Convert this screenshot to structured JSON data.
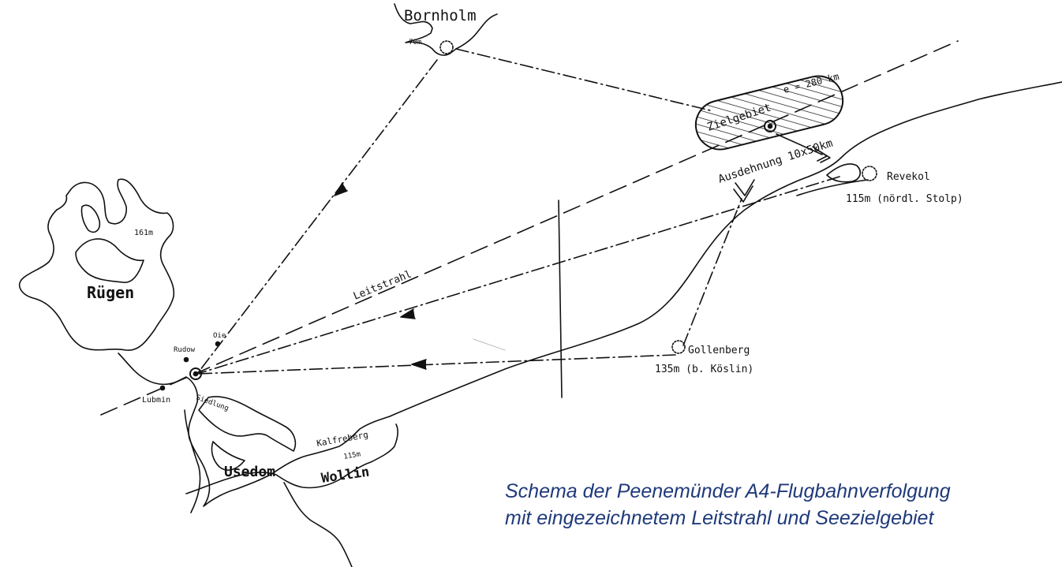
{
  "map": {
    "places": {
      "bornholm": "Bornholm",
      "bornholm_height": "70m",
      "ruegen": "Rügen",
      "ruegen_height": "161m",
      "usedom": "Usedom",
      "wollin": "Wollin",
      "rudow": "Rudow",
      "oie": "Oie",
      "lubmin": "Lubmin",
      "siedlung": "Siedlung",
      "kalfreberg": "Kalfreberg",
      "kalfreberg_height": "115m",
      "revekol": "Revekol",
      "revekol_height": "115m (nördl. Stolp)",
      "gollenberg": "Gollenberg",
      "gollenberg_height": "135m (b. Köslin)"
    },
    "labels": {
      "leitstrahl": "Leitstrahl",
      "zielgebiet": "Zielgebiet",
      "entfernung": "e = 280 km",
      "ausdehnung": "Ausdehnung 10x50km"
    },
    "ink_color": "#111111",
    "caption_color": "#1f3a7a"
  },
  "caption": {
    "line1": "Schema der Peenemünder A4-Flugbahnverfolgung",
    "line2": "mit eingezeichnetem Leitstrahl und Seezielgebiet"
  }
}
